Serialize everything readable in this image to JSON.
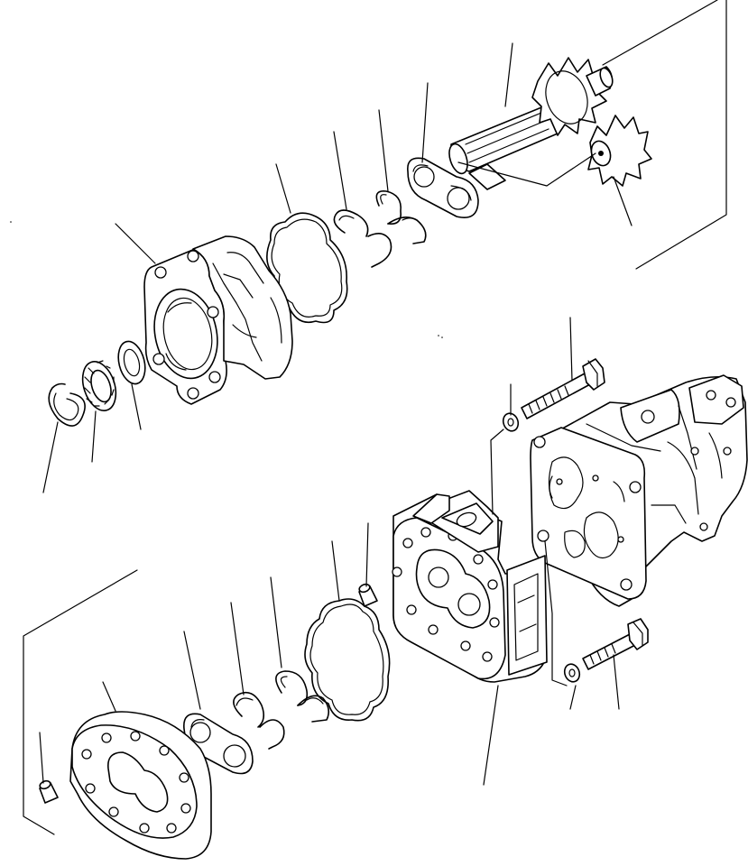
{
  "diagram": {
    "kind": "exploded-parts-view",
    "colors": {
      "ink": "#000000",
      "paper": "#ffffff"
    },
    "parts": [
      "drive-shaft-gear",
      "driven-gear",
      "bushing-plate-upper",
      "seal-ring-upper-large",
      "seal-ring-upper-small",
      "gasket-upper",
      "front-cover-housing",
      "snap-ring",
      "needle-bearing",
      "washer",
      "bolt-upper",
      "washer-upper",
      "rear-pump-assembly",
      "pump-body",
      "dowel-pin-upper",
      "gasket-lower",
      "seal-ring-lower-large",
      "seal-ring-lower-small",
      "bushing-plate-lower",
      "end-cover-spacer",
      "dowel-pin-lower",
      "bolt-lower",
      "washer-lower"
    ]
  }
}
